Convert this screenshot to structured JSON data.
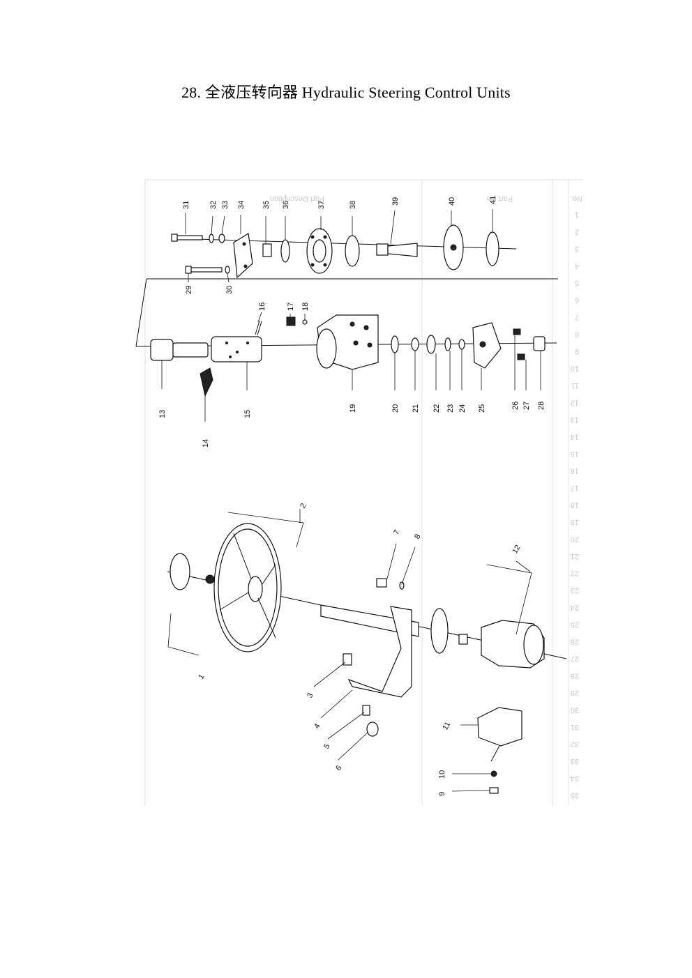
{
  "page": {
    "title": "28.  全液压转向器  Hydraulic Steering Control Units"
  },
  "diagram": {
    "part_numbers": [
      "1",
      "2",
      "3",
      "4",
      "5",
      "6",
      "7",
      "8",
      "9",
      "10",
      "11",
      "12",
      "13",
      "14",
      "15",
      "16",
      "17",
      "18",
      "19",
      "20",
      "21",
      "22",
      "23",
      "24",
      "25",
      "26",
      "27",
      "28",
      "29",
      "30",
      "31",
      "32",
      "33",
      "34",
      "35",
      "36",
      "37",
      "38",
      "39",
      "40",
      "41"
    ],
    "background_table_headers": [
      "Part No.",
      "Part Description",
      "No."
    ],
    "background_row_numbers": [
      "1",
      "2",
      "3",
      "4",
      "5",
      "6",
      "7",
      "8",
      "9",
      "10",
      "11",
      "12",
      "13",
      "14",
      "15",
      "16",
      "17",
      "18",
      "19",
      "20",
      "21",
      "22",
      "23",
      "24",
      "25",
      "26",
      "27",
      "28",
      "29",
      "30",
      "31",
      "32",
      "33",
      "34",
      "35"
    ]
  }
}
